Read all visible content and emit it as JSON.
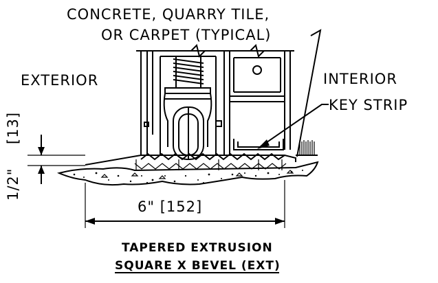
{
  "labels": {
    "top_line1": "CONCRETE, QUARRY TILE,",
    "top_line2": "OR CARPET (TYPICAL)",
    "exterior": "EXTERIOR",
    "interior": "INTERIOR",
    "key_strip": "KEY STRIP",
    "dim_13": "[13]",
    "dim_half_inch": "1/2\"",
    "dim_width": "6\" [152]"
  },
  "caption": {
    "line1": "TAPERED EXTRUSION",
    "line2": "SQUARE X BEVEL (EXT)"
  }
}
